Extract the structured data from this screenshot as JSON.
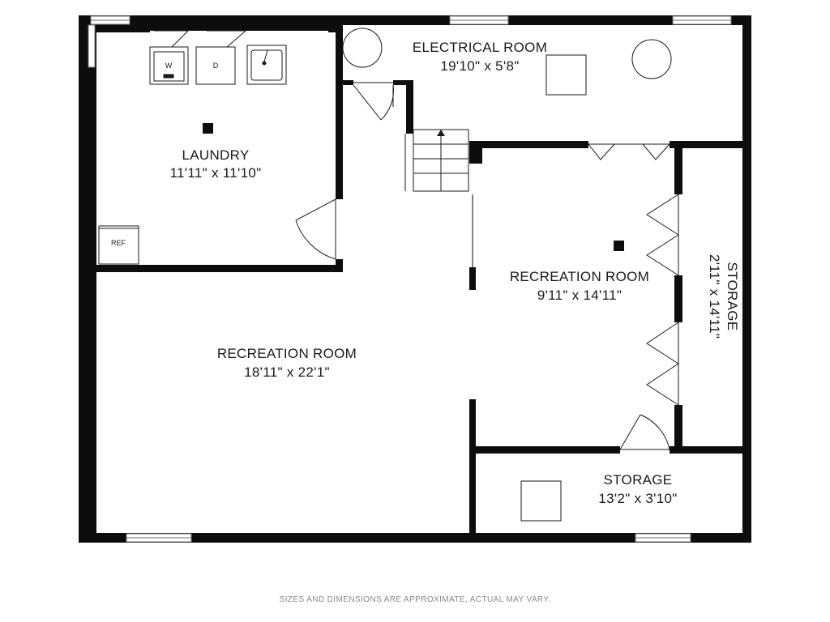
{
  "rooms": {
    "laundry": {
      "name": "LAUNDRY",
      "dims": "11'11\" x 11'10\""
    },
    "electrical": {
      "name": "ELECTRICAL ROOM",
      "dims": "19'10\" x 5'8\""
    },
    "rec_large": {
      "name": "RECREATION ROOM",
      "dims": "18'11\" x 22'1\""
    },
    "rec_small": {
      "name": "RECREATION ROOM",
      "dims": "9'11\" x 14'11\""
    },
    "storage_side": {
      "name": "STORAGE",
      "dims": "2'11\" x 14'11\""
    },
    "storage_bottom": {
      "name": "STORAGE",
      "dims": "13'2\" x 3'10\""
    }
  },
  "appliances": {
    "washer": "W",
    "dryer": "D",
    "refrigerator": "REF"
  },
  "disclaimer": "SIZES AND DIMENSIONS ARE APPROXIMATE, ACTUAL MAY VARY."
}
